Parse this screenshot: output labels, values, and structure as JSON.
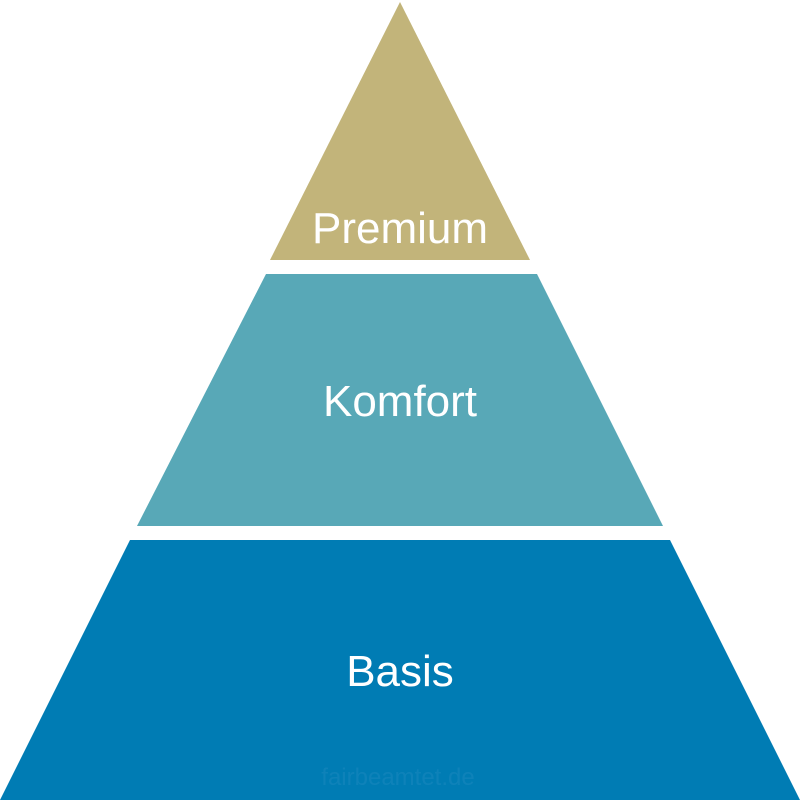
{
  "pyramid": {
    "tiers": [
      {
        "label": "Premium",
        "color": "#c2b47a"
      },
      {
        "label": "Komfort",
        "color": "#58a8b7"
      },
      {
        "label": "Basis",
        "color": "#007cb4"
      }
    ]
  },
  "watermark": {
    "text": "fairbeamtet.de"
  },
  "background": "#ffffff"
}
